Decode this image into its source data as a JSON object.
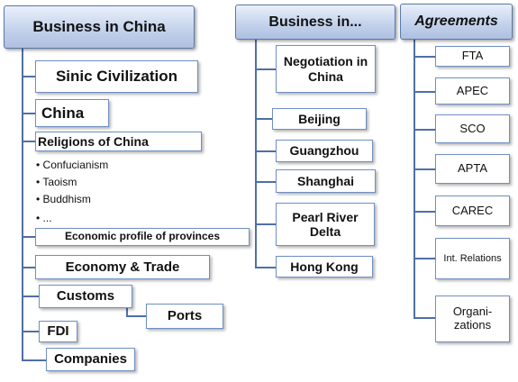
{
  "col1": {
    "title": "Business in China",
    "items": {
      "sinic": "Sinic Civilization",
      "china": "China",
      "religions": "Religions of China",
      "religion_list": [
        "• Confucianism",
        "• Taoism",
        "• Buddhism",
        "• ..."
      ],
      "econ_profile": "Economic profile of provinces",
      "econ_trade": "Economy & Trade",
      "customs": "Customs",
      "ports": "Ports",
      "fdi": "FDI",
      "companies": "Companies"
    }
  },
  "col2": {
    "title": "Business in...",
    "items": [
      "Negotiation in China",
      "Beijing",
      "Guangzhou",
      "Shanghai",
      "Pearl River Delta",
      "Hong Kong"
    ]
  },
  "col3": {
    "title": "Agreements",
    "items": [
      "FTA",
      "APEC",
      "SCO",
      "APTA",
      "CAREC",
      "Int. Relations",
      "Organi-zations"
    ]
  },
  "colors": {
    "header_fill": "#c4d3ec",
    "connector": "#4f6fa8",
    "border": "#6f8fc4"
  }
}
